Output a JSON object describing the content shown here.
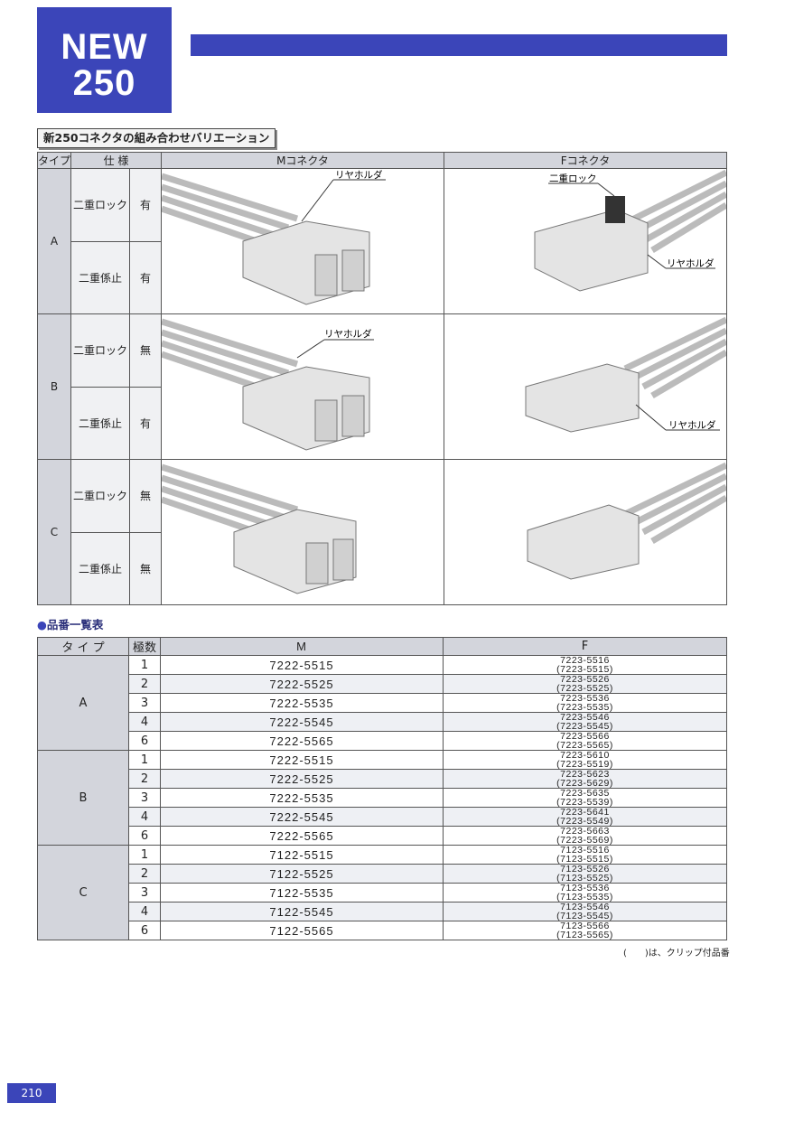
{
  "header": {
    "badge_line1": "NEW",
    "badge_line2": "250"
  },
  "section_title": "新250コネクタの組み合わせバリエーション",
  "variation_table": {
    "headers": {
      "type": "タイプ",
      "spec": "仕 様",
      "m": "Mコネクタ",
      "f": "Fコネクタ"
    },
    "rows": [
      {
        "type": "A",
        "spec1": "二重ロック",
        "val1": "有",
        "spec2": "二重係止",
        "val2": "有",
        "m_callout": "リヤホルダ",
        "f_callout1": "二重ロック",
        "f_callout2": "リヤホルダ"
      },
      {
        "type": "B",
        "spec1": "二重ロック",
        "val1": "無",
        "spec2": "二重係止",
        "val2": "有",
        "m_callout": "リヤホルダ",
        "f_callout2": "リヤホルダ"
      },
      {
        "type": "C",
        "spec1": "二重ロック",
        "val1": "無",
        "spec2": "二重係止",
        "val2": "無"
      }
    ]
  },
  "parts_title": "品番一覧表",
  "parts_table": {
    "headers": {
      "type": "タ イ プ",
      "poles": "極数",
      "m": "M",
      "f": "F"
    },
    "groups": [
      {
        "type": "A",
        "rows": [
          {
            "poles": "1",
            "m": "7222-5515",
            "f1": "7223-5516",
            "f2": "(7223-5515)"
          },
          {
            "poles": "2",
            "m": "7222-5525",
            "f1": "7223-5526",
            "f2": "(7223-5525)"
          },
          {
            "poles": "3",
            "m": "7222-5535",
            "f1": "7223-5536",
            "f2": "(7223-5535)"
          },
          {
            "poles": "4",
            "m": "7222-5545",
            "f1": "7223-5546",
            "f2": "(7223-5545)"
          },
          {
            "poles": "6",
            "m": "7222-5565",
            "f1": "7223-5566",
            "f2": "(7223-5565)"
          }
        ]
      },
      {
        "type": "B",
        "rows": [
          {
            "poles": "1",
            "m": "7222-5515",
            "f1": "7223-5610",
            "f2": "(7223-5519)"
          },
          {
            "poles": "2",
            "m": "7222-5525",
            "f1": "7223-5623",
            "f2": "(7223-5629)"
          },
          {
            "poles": "3",
            "m": "7222-5535",
            "f1": "7223-5635",
            "f2": "(7223-5539)"
          },
          {
            "poles": "4",
            "m": "7222-5545",
            "f1": "7223-5641",
            "f2": "(7223-5549)"
          },
          {
            "poles": "6",
            "m": "7222-5565",
            "f1": "7223-5663",
            "f2": "(7223-5569)"
          }
        ]
      },
      {
        "type": "C",
        "rows": [
          {
            "poles": "1",
            "m": "7122-5515",
            "f1": "7123-5516",
            "f2": "(7123-5515)"
          },
          {
            "poles": "2",
            "m": "7122-5525",
            "f1": "7123-5526",
            "f2": "(7123-5525)"
          },
          {
            "poles": "3",
            "m": "7122-5535",
            "f1": "7123-5536",
            "f2": "(7123-5535)"
          },
          {
            "poles": "4",
            "m": "7122-5545",
            "f1": "7123-5546",
            "f2": "(7123-5545)"
          },
          {
            "poles": "6",
            "m": "7122-5565",
            "f1": "7123-5566",
            "f2": "(7123-5565)"
          }
        ]
      }
    ]
  },
  "note": "(　　)は、クリップ付品番",
  "page_number": "210"
}
